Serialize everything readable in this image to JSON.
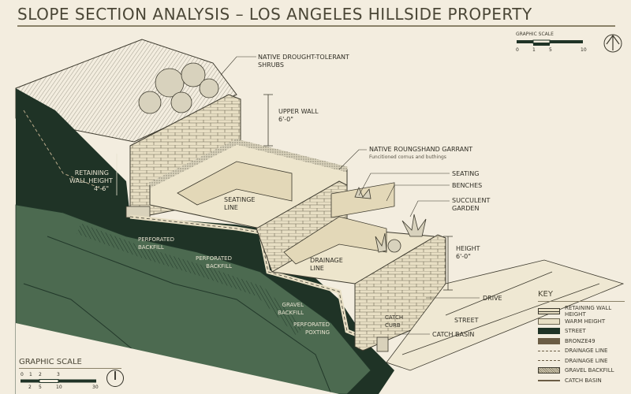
{
  "title": "SLOPE SECTION ANALYSIS – LOS ANGELES HILLSIDE PROPERTY",
  "colors": {
    "background": "#f3eddf",
    "dark_soil": "#1f3326",
    "rock": "#4c6a50",
    "wall": "#e8dfc4",
    "bronze": "#6b5d45",
    "ink": "#2f2d24"
  },
  "labels": {
    "shrubs": [
      "NATIVE DROUGHT-TOLERANT",
      "SHRUBS"
    ],
    "upper_wall": [
      "UPPER WALL",
      "6'-0\""
    ],
    "garrant": "NATIVE ROUNGSHAND GARRANT",
    "garrant_sub": "Funcitioned cornus and buthings",
    "seating": "SEATING",
    "benches": "BENCHES",
    "succulent": [
      "SUCCULENT",
      "GARDEN"
    ],
    "height": [
      "HEIGHT",
      "6'-0\""
    ],
    "drive": "DRIVE",
    "street": "STREET",
    "catch_basin": "CATCH BASIN",
    "catch_curb": [
      "CATCH",
      "CURB"
    ],
    "retaining": [
      "RETAINING",
      "WALL HEIGHT",
      "4'-6\""
    ],
    "seatinge_line": [
      "SEATINGE",
      "LINE"
    ],
    "perforated_backfill_1": [
      "PERFORATED",
      "BACKFILL"
    ],
    "perforated_backfill_2": [
      "PERFORATED",
      "BACKFILL"
    ],
    "drainage_line": [
      "DRAINAGE",
      "LINE"
    ],
    "gravel_backfill": [
      "GRAVEL",
      "BACKFILL"
    ],
    "perforated_poxting": [
      "PERFORATED",
      "POXTING"
    ]
  },
  "key": {
    "title": "KEY",
    "items": [
      {
        "label": "RETAINING WALL HEIGHT",
        "icon": "brick-swatch"
      },
      {
        "label": "WARM HEIGHT",
        "icon": "cream-swatch"
      },
      {
        "label": "STREET",
        "icon": "dark-green-swatch"
      },
      {
        "label": "BRONZE49",
        "icon": "bronze-swatch"
      },
      {
        "label": "DRAINAGE LINE",
        "icon": "dashed-arrow"
      },
      {
        "label": "DRAINAGE LINE",
        "icon": "dashed-line"
      },
      {
        "label": "GRAVEL BACKFILL",
        "icon": "stipple-swatch"
      },
      {
        "label": "CATCH BASIN",
        "icon": "solid-arrow"
      }
    ]
  },
  "scale_top": {
    "title": "GRAPHIC SCALE",
    "ticks": [
      "0",
      "1",
      "5",
      "10"
    ]
  },
  "scale_bottom": {
    "title": "GRAPHIC SCALE",
    "ticks_top": [
      "0",
      "1",
      "2",
      "3"
    ],
    "ticks_bottom": [
      "2",
      "5",
      "10",
      "30"
    ]
  }
}
